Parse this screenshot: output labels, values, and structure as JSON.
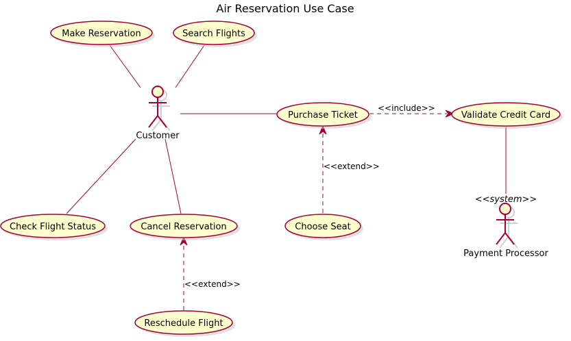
{
  "diagram": {
    "title": "Air Reservation Use Case",
    "use_cases": {
      "make_reservation": "Make Reservation",
      "search_flights": "Search Flights",
      "purchase_ticket": "Purchase Ticket",
      "validate_credit_card": "Validate Credit Card",
      "check_flight_status": "Check Flight Status",
      "cancel_reservation": "Cancel Reservation",
      "choose_seat": "Choose Seat",
      "reschedule_flight": "Reschedule Flight"
    },
    "actors": {
      "customer": {
        "name": "Customer"
      },
      "payment_processor": {
        "name": "Payment Processor",
        "stereotype": "<<system>>"
      }
    },
    "relations": {
      "include": "<<include>>",
      "extend_choose_seat": "<<extend>>",
      "extend_reschedule": "<<extend>>"
    },
    "colors": {
      "line": "#a80036",
      "use_case_fill": "#fefece"
    }
  }
}
